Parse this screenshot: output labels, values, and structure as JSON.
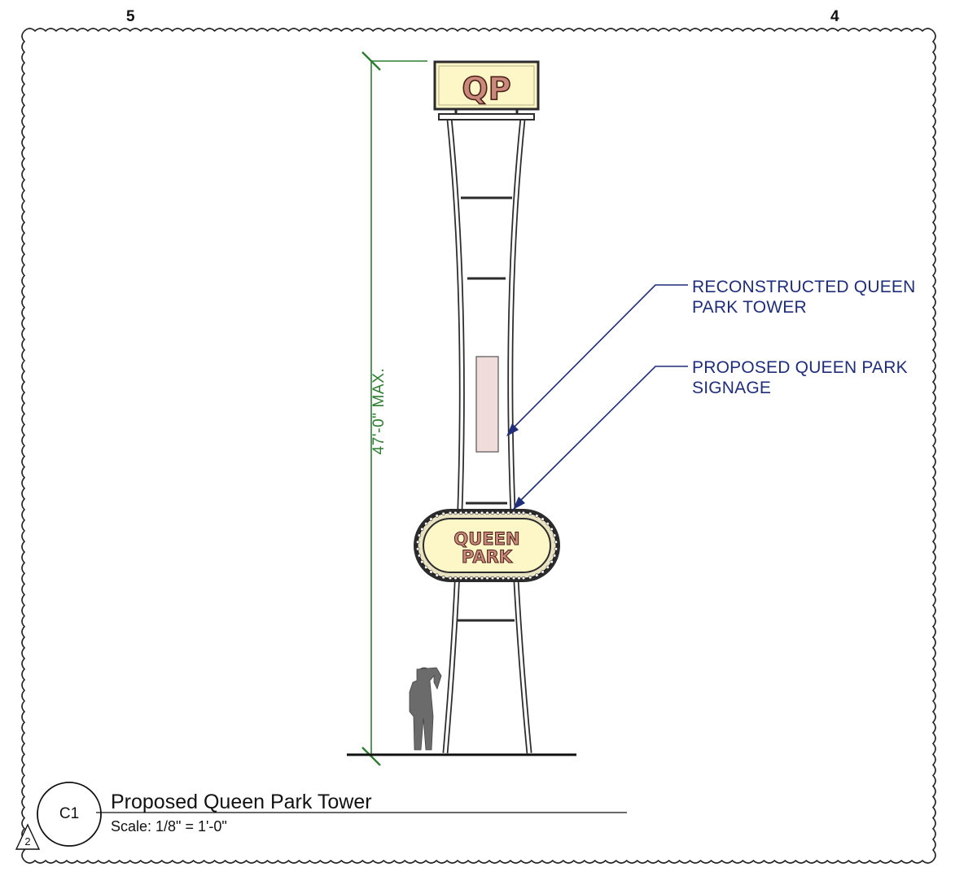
{
  "grid_markers": [
    "5",
    "4"
  ],
  "dimension": {
    "label": "47'-0\" MAX."
  },
  "top_sign": {
    "text": "QP"
  },
  "oval_sign": {
    "line1": "QUEEN",
    "line2": "PARK"
  },
  "callouts": [
    {
      "line1": "RECONSTRUCTED QUEEN",
      "line2": "PARK TOWER"
    },
    {
      "line1": "PROPOSED QUEEN PARK",
      "line2": "SIGNAGE"
    }
  ],
  "title_block": {
    "detail_id": "C1",
    "title": "Proposed Queen Park Tower",
    "scale": "Scale: 1/8\" = 1'-0\"",
    "revision": "2"
  },
  "colors": {
    "callout_text": "#1f2d7a",
    "dimension_line": "#2e7d32",
    "sign_face": "#fdf6c7",
    "sign_letters": "#c98a7c",
    "tower_panel": "#f1dcdc"
  }
}
